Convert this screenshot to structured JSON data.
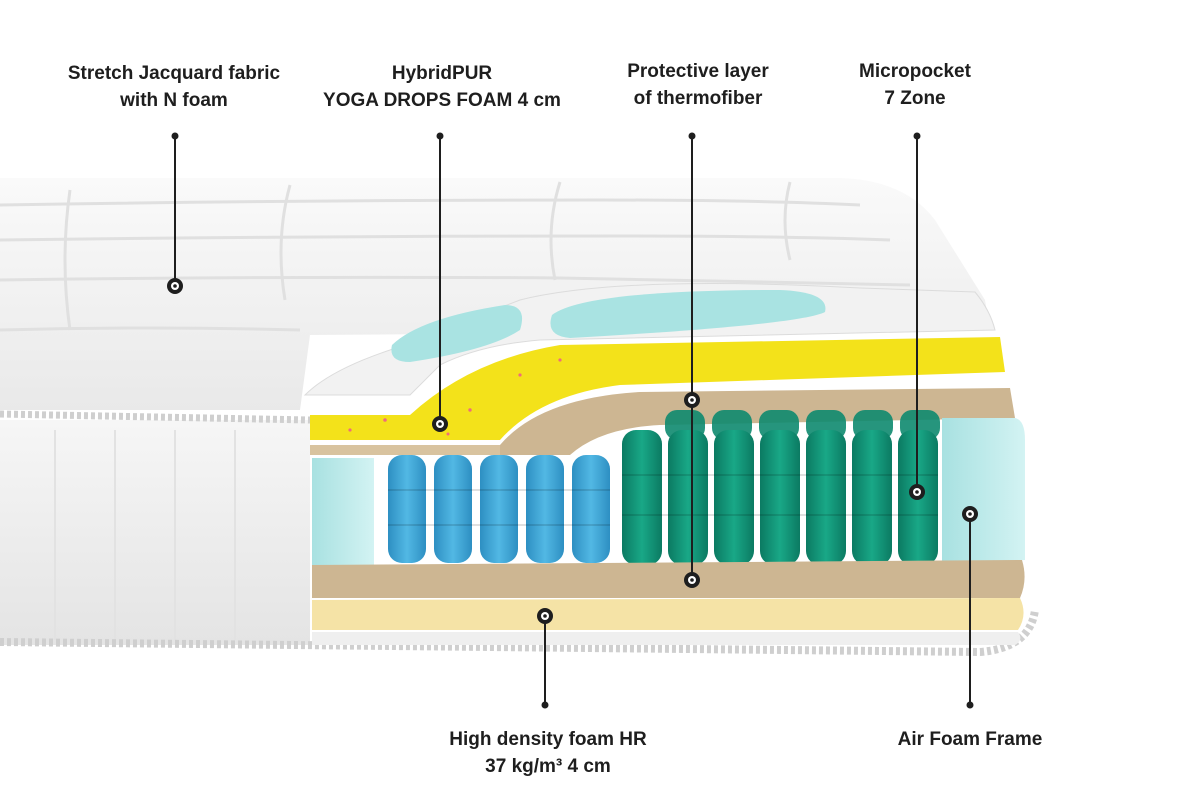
{
  "callouts": [
    {
      "id": "fabric",
      "lines": [
        "Stretch Jacquard fabric",
        "with N foam"
      ]
    },
    {
      "id": "hybridpur",
      "lines": [
        "HybridPUR",
        "YOGA DROPS FOAM 4 cm"
      ]
    },
    {
      "id": "thermofiber",
      "lines": [
        "Protective layer",
        "of thermofiber"
      ]
    },
    {
      "id": "micropocket",
      "lines": [
        "Micropocket",
        "7 Zone"
      ]
    },
    {
      "id": "hr-foam",
      "lines": [
        "High density foam HR",
        "37 kg/m³ 4 cm"
      ]
    },
    {
      "id": "air-frame",
      "lines": [
        "Air Foam Frame"
      ]
    }
  ],
  "colors": {
    "fabric": "#f4f4f4",
    "memory_foam": "#f3e21a",
    "yoga_drops": "#a9e3e2",
    "thermofiber": "#cdb692",
    "springs_blue": "#3aa6d6",
    "springs_green": "#12957a",
    "frame": "#bfeaea",
    "hr_foam": "#f5e3a6",
    "leader": "#1e1e1e"
  }
}
